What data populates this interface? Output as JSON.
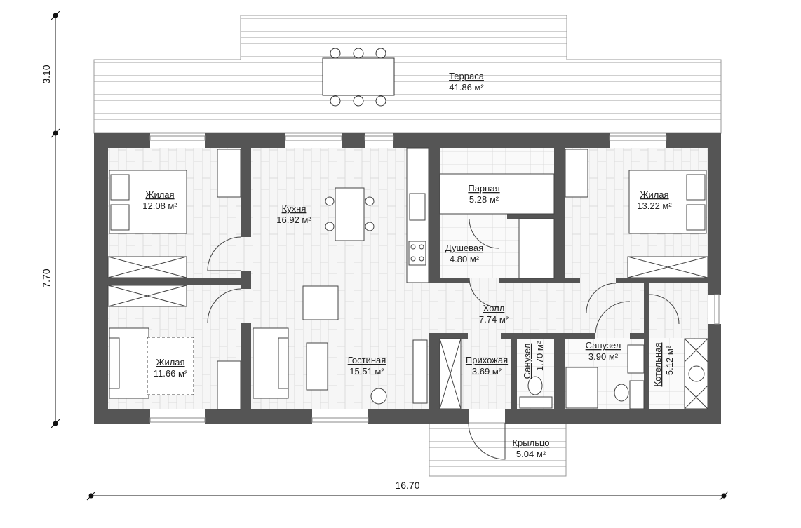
{
  "colors": {
    "wall": "#555555",
    "floor": "#f4f4f4",
    "deck": "#ffffff",
    "line": "#bdbdbd",
    "text": "#222222"
  },
  "rooms": {
    "terrace": {
      "name": "Терраса",
      "area": "41.86 м²"
    },
    "bedroom_left_top": {
      "name": "Жилая",
      "area": "12.08 м²"
    },
    "kitchen": {
      "name": "Кухня",
      "area": "16.92 м²"
    },
    "steam_room": {
      "name": "Парная",
      "area": "5.28 м²"
    },
    "shower": {
      "name": "Душевая",
      "area": "4.80 м²"
    },
    "bedroom_right": {
      "name": "Жилая",
      "area": "13.22 м²"
    },
    "hall": {
      "name": "Холл",
      "area": "7.74 м²"
    },
    "bedroom_left_bottom": {
      "name": "Жилая",
      "area": "11.66 м²"
    },
    "living_room": {
      "name": "Гостиная",
      "area": "15.51 м²"
    },
    "entrance": {
      "name": "Прихожая",
      "area": "3.69 м²"
    },
    "wc_small": {
      "name": "Санузел",
      "area": "1.70 м²"
    },
    "bathroom": {
      "name": "Санузел",
      "area": "3.90 м²"
    },
    "boiler_room": {
      "name": "Котельная",
      "area": "5.12 м²"
    },
    "porch": {
      "name": "Крыльцо",
      "area": "5.04 м²"
    }
  },
  "dimensions": {
    "terrace_depth": "3.10",
    "house_depth": "7.70",
    "house_width": "16.70"
  }
}
